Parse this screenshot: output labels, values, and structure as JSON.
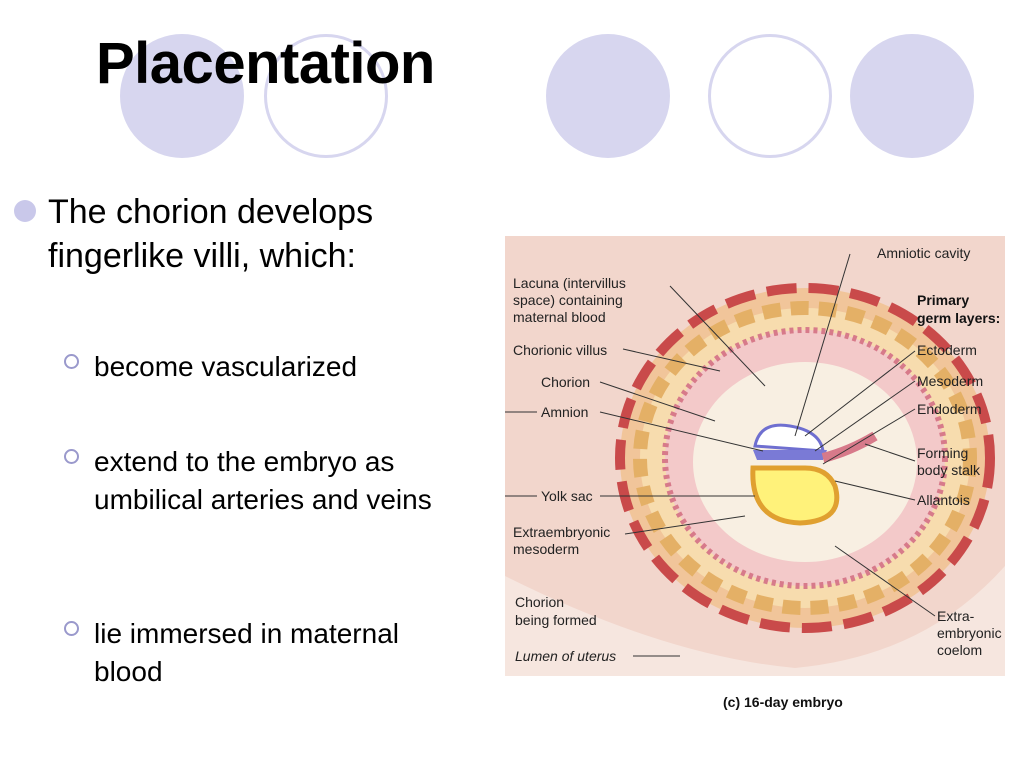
{
  "slide": {
    "title": "Placentation",
    "bullet": "The chorion develops fingerlike villi, which:",
    "subbullets": [
      "become vascularized",
      "extend to the embryo as umbilical arteries and veins",
      "lie immersed in maternal blood"
    ]
  },
  "figure": {
    "caption": "(c) 16-day embryo",
    "labels": {
      "amniotic_cavity": "Amniotic cavity",
      "lacuna_1": "Lacuna (intervillus",
      "lacuna_2": "space) containing",
      "lacuna_3": "maternal blood",
      "primary_1": "Primary",
      "primary_2": "germ layers:",
      "chorionic_villus": "Chorionic villus",
      "ectoderm": "Ectoderm",
      "chorion": "Chorion",
      "mesoderm": "Mesoderm",
      "amnion": "Amnion",
      "endoderm": "Endoderm",
      "forming_1": "Forming",
      "forming_2": "body stalk",
      "yolk_sac": "Yolk sac",
      "allantois": "Allantois",
      "extraemb_meso_1": "Extraembryonic",
      "extraemb_meso_2": "mesoderm",
      "chorion_formed_1": "Chorion",
      "chorion_formed_2": "being formed",
      "coelom_1": "Extra-",
      "coelom_2": "embryonic",
      "coelom_3": "coelom",
      "lumen": "Lumen of uterus"
    }
  }
}
